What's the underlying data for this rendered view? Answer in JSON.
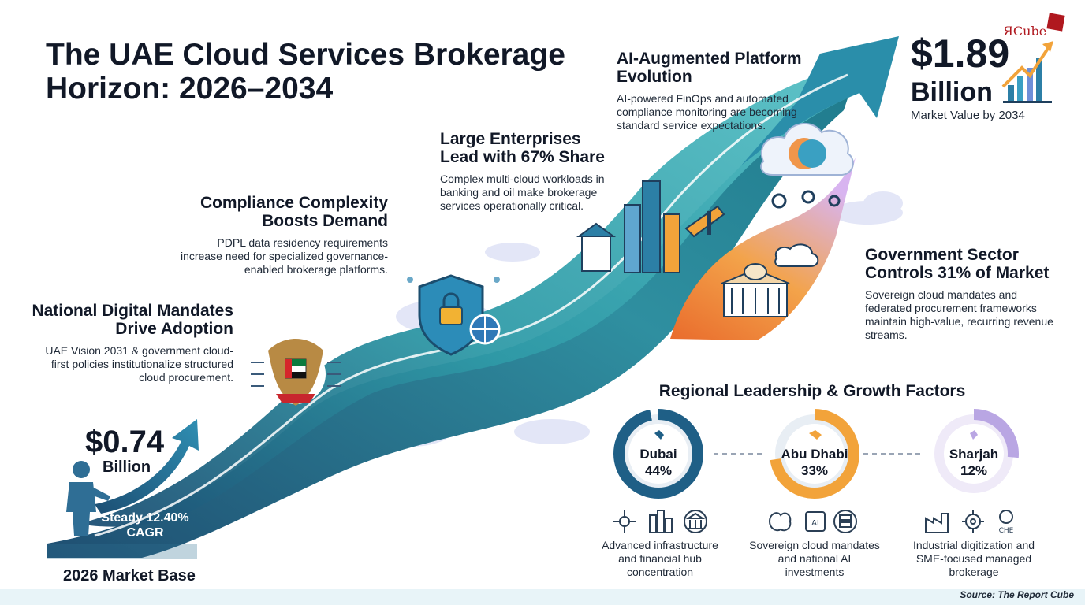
{
  "title": "The UAE Cloud Services Brokerage Horizon: 2026–2034",
  "brand": {
    "name": "Cube",
    "glyph": "Я"
  },
  "start": {
    "value": "$0.74",
    "unit": "Billion",
    "cagr": "Steady 12.40% CAGR",
    "label": "2026 Market Base"
  },
  "end": {
    "value": "$1.89",
    "unit": "Billion",
    "caption": "Market Value by 2034"
  },
  "milestones": [
    {
      "heading": "National Digital Mandates Drive Adoption",
      "body": "UAE Vision 2031 & government cloud-first policies institutionalize structured cloud procurement."
    },
    {
      "heading": "Compliance Complexity Boosts Demand",
      "body": "PDPL data residency requirements increase need for specialized governance-enabled brokerage platforms."
    },
    {
      "heading": "Large Enterprises Lead with 67% Share",
      "body": "Complex multi-cloud workloads in banking and oil make brokerage services operationally critical."
    },
    {
      "heading": "AI-Augmented Platform Evolution",
      "body": "AI-powered FinOps and automated compliance monitoring are becoming standard service expectations."
    },
    {
      "heading": "Government Sector Controls 31% of Market",
      "body": "Sovereign cloud mandates and federated procurement frameworks maintain high-value, recurring revenue streams."
    }
  ],
  "regional": {
    "title": "Regional Leadership & Growth Factors",
    "items": [
      {
        "name": "Dubai",
        "share": "44%",
        "share_value": 44,
        "color": "#1f5f86",
        "description": "Advanced infrastructure and financial hub concentration",
        "icons": [
          "network-icon",
          "city-icon",
          "bank-icon"
        ]
      },
      {
        "name": "Abu Dhabi",
        "share": "33%",
        "share_value": 33,
        "color": "#f2a33a",
        "description": "Sovereign cloud mandates and national AI investments",
        "icons": [
          "brain-icon",
          "ai-chip-icon",
          "server-icon"
        ]
      },
      {
        "name": "Sharjah",
        "share": "12%",
        "share_value": 12,
        "color": "#b9a6e3",
        "description": "Industrial digitization and SME-focused managed brokerage",
        "icons": [
          "factory-icon",
          "gear-icon",
          "che-icon"
        ]
      }
    ]
  },
  "source": "Source: The Report Cube"
}
